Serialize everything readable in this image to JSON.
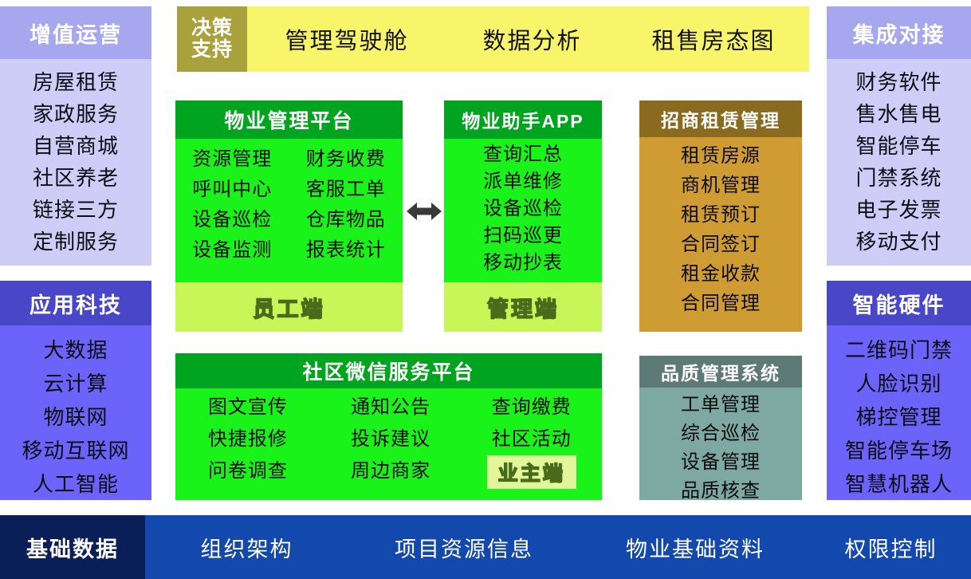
{
  "colors": {
    "banner_tag_bg": "#a8a13c",
    "banner_bg": "#f9f56b",
    "green_head": "#00a41e",
    "green_body": "#19f319",
    "green_foot": "#c8f558",
    "gold_head": "#8a6a1e",
    "gold_body": "#cf9c33",
    "teal_head": "#5d7a77",
    "teal_body": "#7ea8a2",
    "lavender_head": "#a7a7f0",
    "lavender_body": "#cdcdf8",
    "indigo_head": "#4a46c8",
    "indigo_body": "#6b63fa",
    "footer_tag_bg": "#0a1f57",
    "footer_bg": "#1348ad",
    "outline_text": "#4a6b1a"
  },
  "left_panels": [
    {
      "title": "增值运营",
      "items": [
        "房屋租赁",
        "家政服务",
        "自营商城",
        "社区养老",
        "链接三方",
        "定制服务"
      ]
    },
    {
      "title": "应用科技",
      "items": [
        "大数据",
        "云计算",
        "物联网",
        "移动互联网",
        "人工智能"
      ]
    }
  ],
  "right_panels": [
    {
      "title": "集成对接",
      "items": [
        "财务软件",
        "售水售电",
        "智能停车",
        "门禁系统",
        "电子发票",
        "移动支付"
      ]
    },
    {
      "title": "智能硬件",
      "items": [
        "二维码门禁",
        "人脸识别",
        "梯控管理",
        "智能停车场",
        "智慧机器人"
      ]
    }
  ],
  "top_banner": {
    "tag_line1": "决策",
    "tag_line2": "支持",
    "items": [
      "管理驾驶舱",
      "数据分析",
      "租售房态图"
    ]
  },
  "cards": {
    "property_platform": {
      "title": "物业管理平台",
      "col1": [
        "资源管理",
        "呼叫中心",
        "设备巡检",
        "设备监测"
      ],
      "col2": [
        "财务收费",
        "客服工单",
        "仓库物品",
        "报表统计"
      ],
      "footer": "员工端"
    },
    "assistant_app": {
      "title": "物业助手APP",
      "items": [
        "查询汇总",
        "派单维修",
        "设备巡检",
        "扫码巡更",
        "移动抄表"
      ],
      "footer": "管理端"
    },
    "leasing": {
      "title": "招商租赁管理",
      "items": [
        "租赁房源",
        "商机管理",
        "租赁预订",
        "合同签订",
        "租金收款",
        "合同管理"
      ]
    },
    "wechat_platform": {
      "title": "社区微信服务平台",
      "col1": [
        "图文宣传",
        "快捷报修",
        "问卷调查"
      ],
      "col2": [
        "通知公告",
        "投诉建议",
        "周边商家"
      ],
      "col3": [
        "查询缴费",
        "社区活动"
      ],
      "badge": "业主端"
    },
    "quality": {
      "title": "品质管理系统",
      "items": [
        "工单管理",
        "综合巡检",
        "设备管理",
        "品质核查"
      ]
    }
  },
  "connector": {
    "icon": "double-arrow-horizontal"
  },
  "footer": {
    "tag": "基础数据",
    "items": [
      "组织架构",
      "项目资源信息",
      "物业基础资料",
      "权限控制"
    ]
  }
}
